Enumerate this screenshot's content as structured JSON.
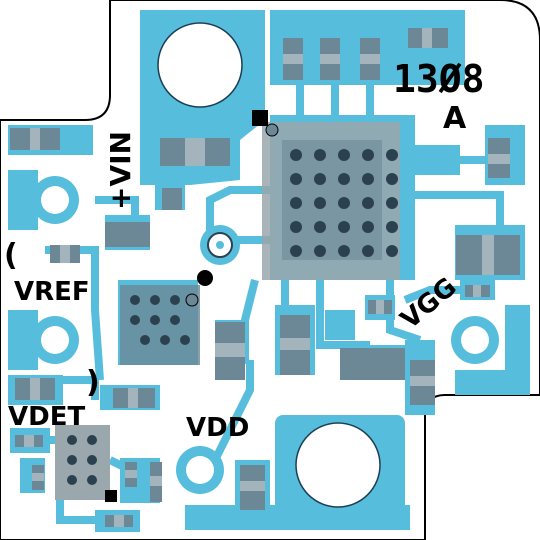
{
  "board": {
    "colors": {
      "substrate": "#ffffff",
      "copper": "#56bddc",
      "trace": "#56bddc",
      "component": "#6c8896",
      "component_light": "#a3b4bd",
      "via": "#2c4150",
      "silkscreen": "#000000",
      "chip_body": "#9aa7ad"
    },
    "labels": {
      "part_number": "13Ø8",
      "revision": "A",
      "vin": "+VIN",
      "vref": "VREF",
      "vdet": "VDET",
      "vdd": "VDD",
      "vgg": "VGG",
      "paren_left": "(",
      "paren_right": ")"
    }
  }
}
